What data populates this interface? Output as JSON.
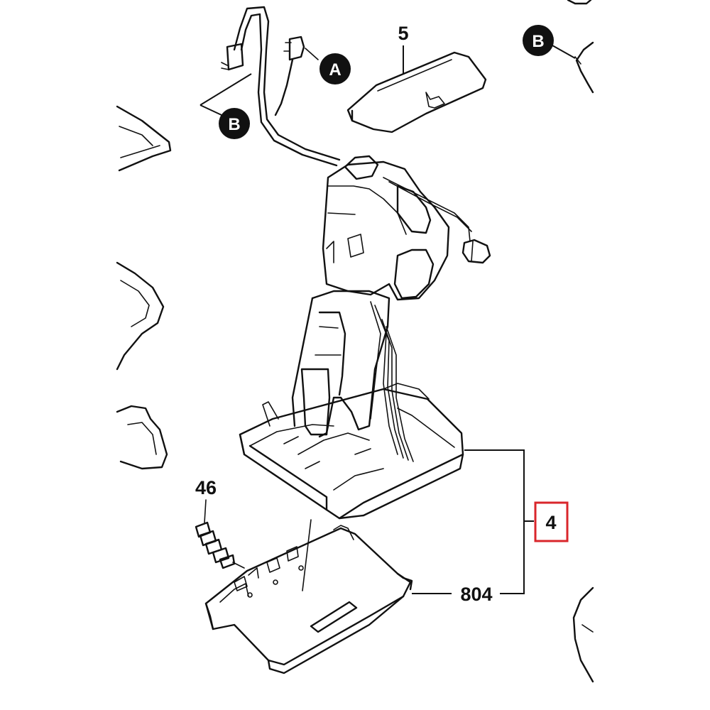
{
  "part_labels": {
    "housing_cover": "5",
    "spring": "46",
    "assembly": "4",
    "base_plate": "804"
  },
  "callouts": {
    "connector_a": "A",
    "connector_b_left": "B",
    "connector_b_right": "B"
  },
  "colors": {
    "line": "#111111",
    "highlight_box": "#d9262b",
    "callout_fill": "#111111",
    "background": "#ffffff"
  }
}
